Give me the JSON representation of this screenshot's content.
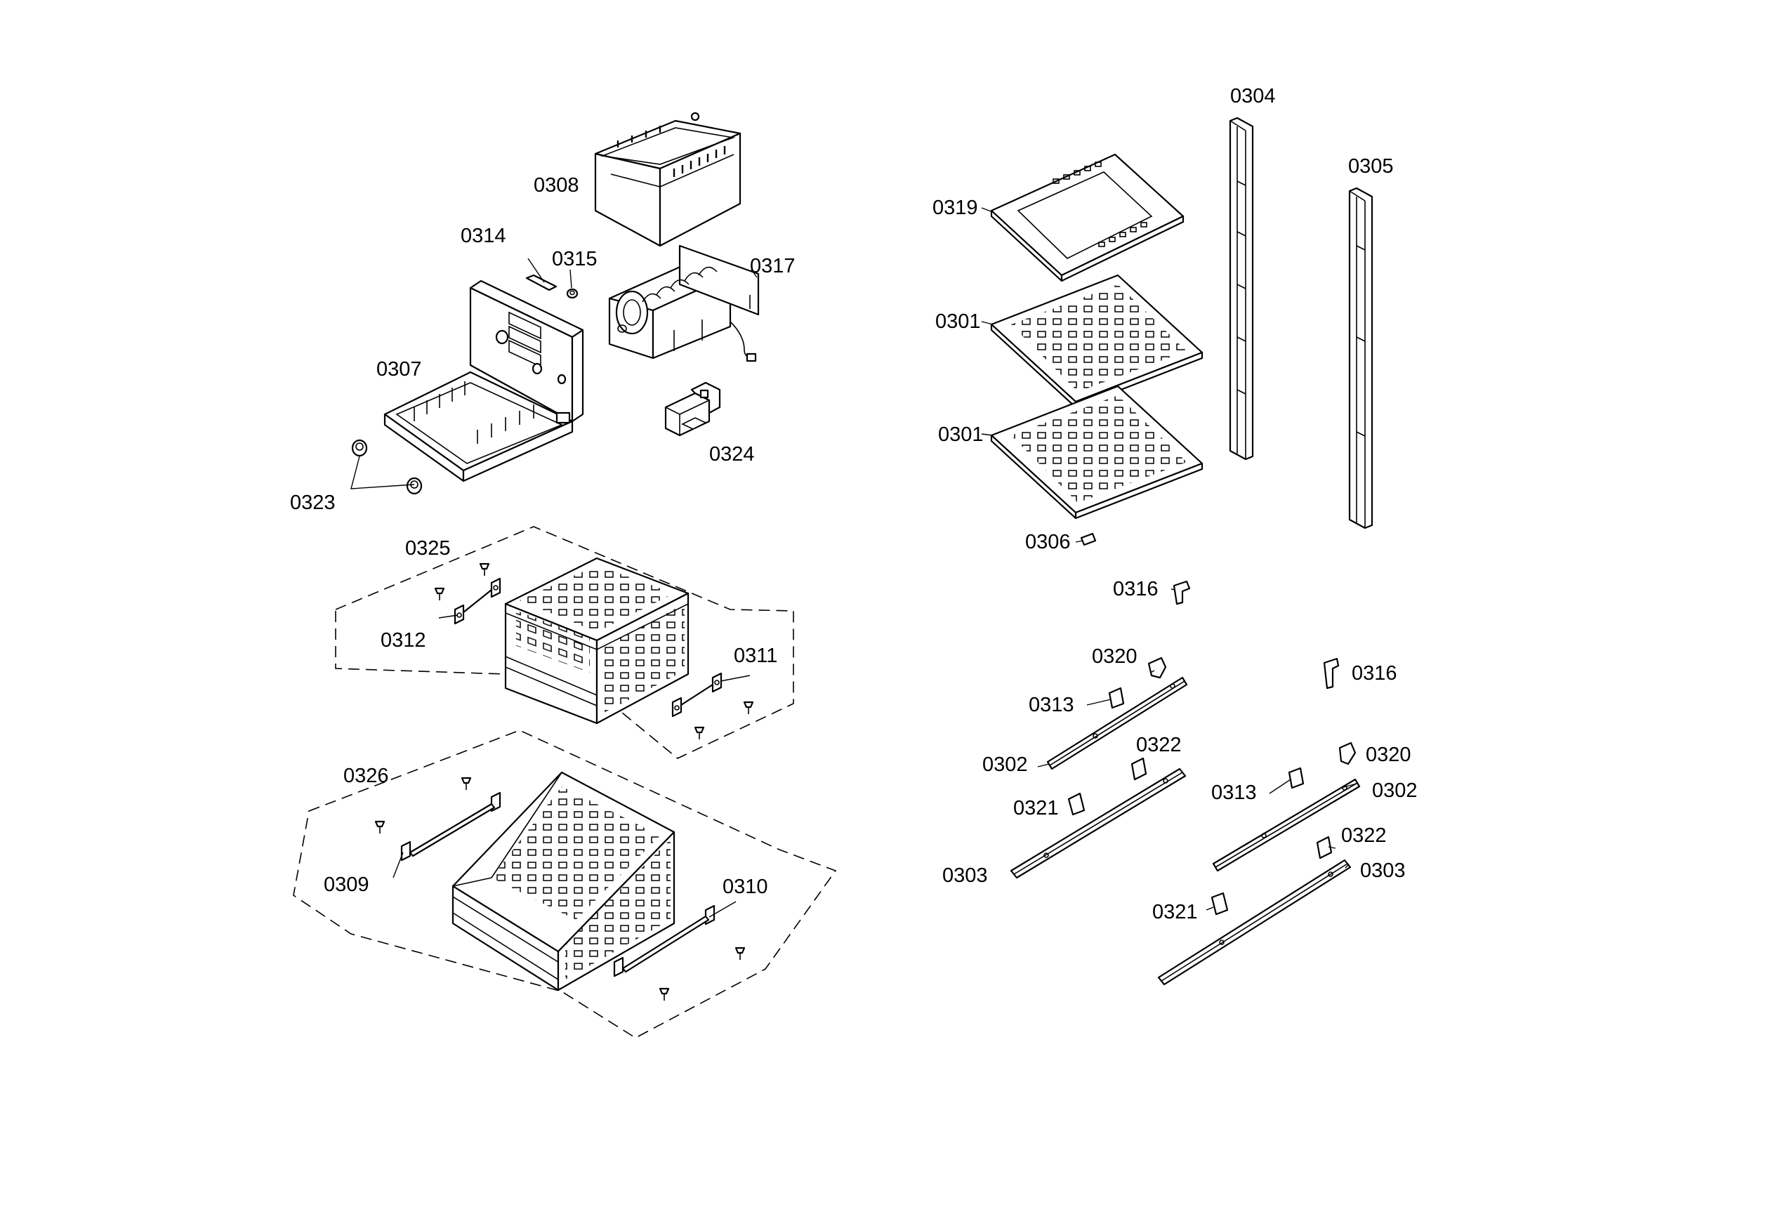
{
  "labels": {
    "p0304": "0304",
    "p0305": "0305",
    "p0308": "0308",
    "p0319": "0319",
    "p0314": "0314",
    "p0315": "0315",
    "p0317": "0317",
    "p0301a": "0301",
    "p0307": "0307",
    "p0301b": "0301",
    "p0324": "0324",
    "p0323": "0323",
    "p0306": "0306",
    "p0325": "0325",
    "p0316a": "0316",
    "p0312": "0312",
    "p0320a": "0320",
    "p0311": "0311",
    "p0316b": "0316",
    "p0313a": "0313",
    "p0302a": "0302",
    "p0322a": "0322",
    "p0326": "0326",
    "p0320b": "0320",
    "p0313b": "0313",
    "p0302b": "0302",
    "p0321a": "0321",
    "p0322b": "0322",
    "p0303a": "0303",
    "p0303b": "0303",
    "p0309": "0309",
    "p0310": "0310",
    "p0321b": "0321"
  }
}
